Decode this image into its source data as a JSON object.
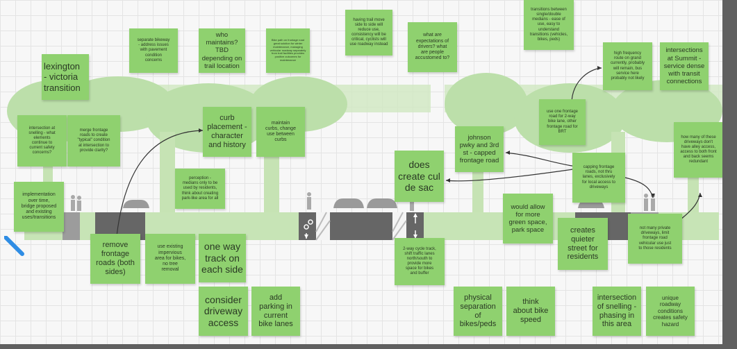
{
  "board": {
    "stickies": [
      {
        "id": "lexington",
        "text": "lexington\n- victoria\ntransition"
      },
      {
        "id": "separate",
        "text": "separate bikeway\n- address issues\nwith pavement\ncondition\nconcerns"
      },
      {
        "id": "who",
        "text": "who\nmaintains?\nTBD\ndepending on\ntrail location"
      },
      {
        "id": "tiny",
        "text": "Bike path on frontage road great solution for winter maintenance, managing vehicular roadway separately from trail facilities provides positive outcomes for maintenance"
      },
      {
        "id": "havingtrail",
        "text": "having trail move\nside to side will\nreduce use,\nconsistency will be\ncritical, cyclists will\nuse roadway instead"
      },
      {
        "id": "expect",
        "text": "what are\nexpectations of\ndrivers? what\nare people\naccustomed to?"
      },
      {
        "id": "transitions",
        "text": "transitions between\nsingle/double\nmedians - ease of\nuse, easy to\nunderstand\ntransitions (vehicles,\nbikes, peds)"
      },
      {
        "id": "highfreq",
        "text": "high frequency\nroute on grand\ncurrently, probably\nwill remain, bus\nservice here\nprobably not likely"
      },
      {
        "id": "summit",
        "text": "intersections\nat Summit -\nservice dense\nwith transit\nconnections"
      },
      {
        "id": "snelling",
        "text": "intersection at\nsnelling - what\nelements\ncontinue to\ncurrent safety\nconcerns?"
      },
      {
        "id": "merge",
        "text": "merge frontage\nroads to create\n\"typical\" condition\nat intersection to\nprovide clarity?"
      },
      {
        "id": "curb",
        "text": "curb\nplacement -\ncharacter\nand history"
      },
      {
        "id": "maintain",
        "text": "maintain\ncurbs, change\nuse between\ncurbs"
      },
      {
        "id": "useone",
        "text": "use one frontage\nroad for 2-way\nbike lane, other\nfrontage road for\nBRT"
      },
      {
        "id": "johnson",
        "text": "johnson\npwky and 3rd\nst - capped\nfrontage road"
      },
      {
        "id": "howmany",
        "text": "how many of these\ndriveways don't\nhave alley access,\naccess to both front\nand back seems\nredundant"
      },
      {
        "id": "culdesac",
        "text": "does\ncreate cul\nde sac"
      },
      {
        "id": "capping",
        "text": "capping frontage\nroads, not thru\nlanes, exclusively\nfor local access to\ndriveways"
      },
      {
        "id": "perception",
        "text": "perception -\nmedians only to be\nused by residents,\nthink about creating\npark-like area for all"
      },
      {
        "id": "implementation",
        "text": "implementation\nover time,\nbridge proposed\nand existing\nuses/transitions"
      },
      {
        "id": "wouldallow",
        "text": "would allow\nfor more\ngreen space,\npark space"
      },
      {
        "id": "quieter",
        "text": "creates\nquieter\nstreet for\nresidents"
      },
      {
        "id": "notmany",
        "text": "not many private\ndriveways, limit\nfrontage road\nvehicular use just\nto those residents"
      },
      {
        "id": "remove",
        "text": "remove\nfrontage\nroads (both\nsides)"
      },
      {
        "id": "impervious",
        "text": "use existing\nimpervious\narea for bikes,\nno tree\nremoval"
      },
      {
        "id": "oneway",
        "text": "one way\ntrack on\neach side"
      },
      {
        "id": "twoway",
        "text": "2-way cycle track,\nshift traffic lanes\nnorth/south to\nprovide more\nspace for bikes\nand buffer"
      },
      {
        "id": "driveway",
        "text": "consider\ndriveway\naccess"
      },
      {
        "id": "parking",
        "text": "add\nparking in\ncurrent\nbike lanes"
      },
      {
        "id": "physical",
        "text": "physical\nseparation\nof\nbikes/peds"
      },
      {
        "id": "bikespeed",
        "text": "think\nabout bike\nspeed"
      },
      {
        "id": "phasing",
        "text": "intersection\nof snelling -\nphasing in\nthis area"
      },
      {
        "id": "unique",
        "text": "unique\nroadway\nconditions\ncreates safety\nhazard"
      }
    ]
  },
  "colors": {
    "note": "#8fd16f",
    "trees": "#b9dca6",
    "road": "#666666",
    "grass": "#c3e1b0",
    "accent": "#2f8de4"
  },
  "icons": [
    "bike-lane-symbol-icon",
    "arrow-up-icon",
    "arrow-down-icon",
    "car-icon",
    "pedestrian-icon",
    "cyclist-icon",
    "connector-arrow-icon"
  ]
}
